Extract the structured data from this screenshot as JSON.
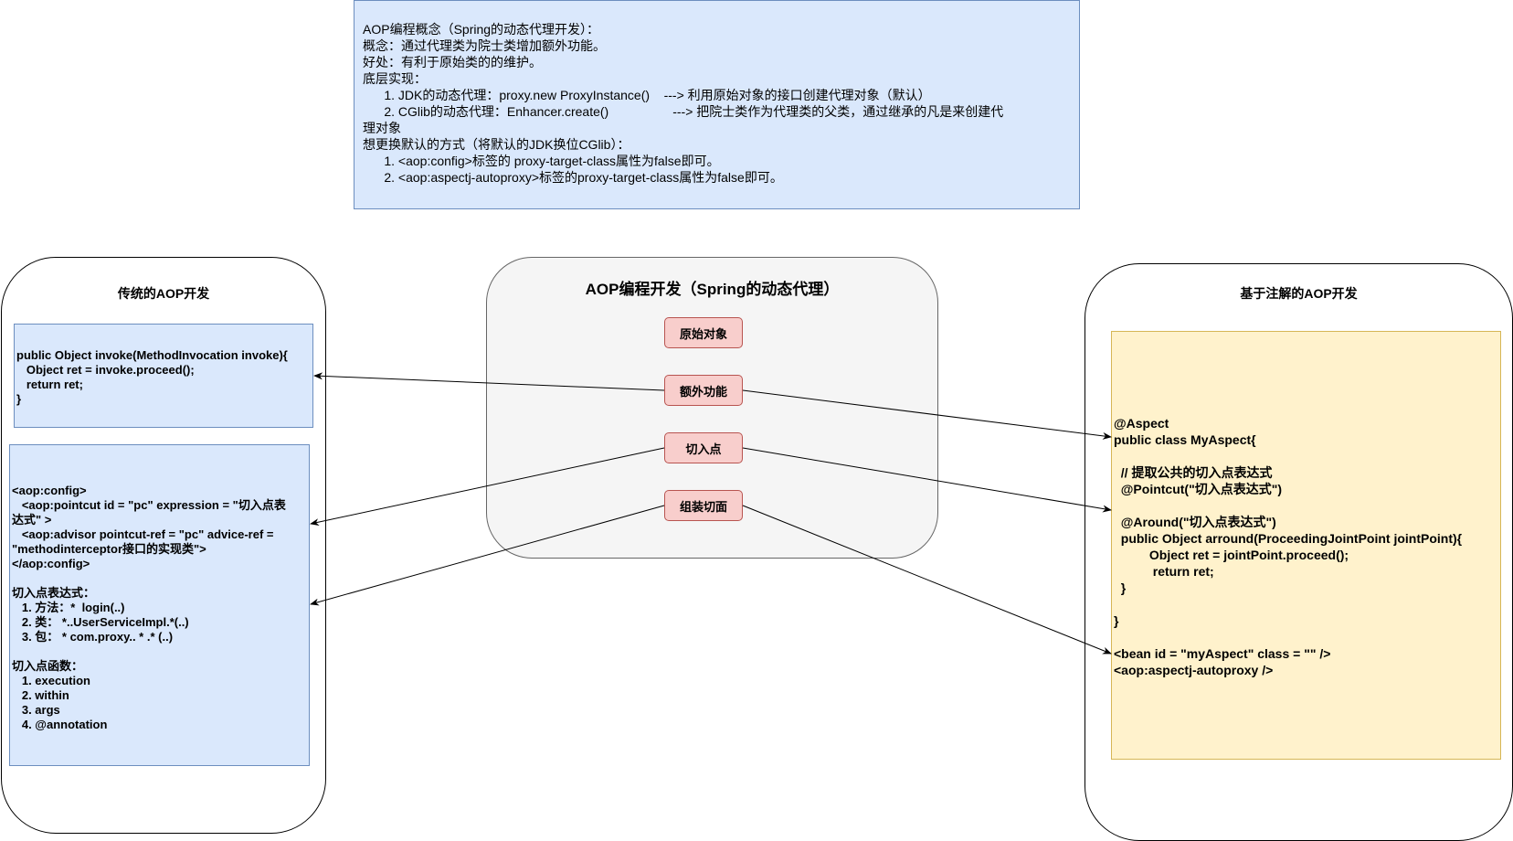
{
  "top_note": {
    "lines": [
      "AOP编程概念（Spring的动态代理开发）：",
      "概念：通过代理类为院士类增加额外功能。",
      "好处：有利于原始类的的维护。",
      "底层实现：",
      "      1. JDK的动态代理：proxy.new ProxyInstance()    ---> 利用原始对象的接口创建代理对象（默认）",
      "      2. CGlib的动态代理：Enhancer.create()                  ---> 把院士类作为代理类的父类，通过继承的凡是来创建代",
      "理对象",
      "想更换默认的方式（将默认的JDK换位CGlib）：",
      "      1. <aop:config>标签的 proxy-target-class属性为false即可。",
      "      2. <aop:aspectj-autoproxy>标签的proxy-target-class属性为false即可。"
    ]
  },
  "left_panel": {
    "title": "传统的AOP开发",
    "code1": [
      "public Object invoke(MethodInvocation invoke){",
      "   Object ret = invoke.proceed();",
      "   return ret;",
      "}"
    ],
    "code2": [
      "<aop:config>",
      "   <aop:pointcut id = \"pc\" expression = \"切入点表",
      "达式\" >",
      "   <aop:advisor pointcut-ref = \"pc\" advice-ref =",
      "\"methodinterceptor接口的实现类\">",
      "</aop:config>",
      "",
      "切入点表达式：",
      "   1. 方法：*  login(..)",
      "   2. 类： *..UserServiceImpl.*(..)",
      "   3. 包： * com.proxy.. * .* (..)",
      "",
      "切入点函数：",
      "   1. execution",
      "   2. within",
      "   3. args",
      "   4. @annotation"
    ]
  },
  "middle_panel": {
    "title": "AOP编程开发（Spring的动态代理）",
    "nodes": [
      "原始对象",
      "额外功能",
      "切入点",
      "组装切面"
    ]
  },
  "right_panel": {
    "title": "基于注解的AOP开发",
    "code": [
      "@Aspect",
      "public class MyAspect{",
      "",
      "  // 提取公共的切入点表达式",
      "  @Pointcut(\"切入点表达式\")",
      "",
      "  @Around(\"切入点表达式\")",
      "  public Object arround(ProceedingJointPoint jointPoint){",
      "          Object ret = jointPoint.proceed();",
      "           return ret;",
      "  }",
      "",
      "}",
      "",
      "<bean id = \"myAspect\" class = \"\" />",
      "<aop:aspectj-autoproxy />"
    ]
  },
  "colors": {
    "blue_fill": "#dae8fc",
    "blue_stroke": "#6c8ebf",
    "red_fill": "#f8cecc",
    "red_stroke": "#b85450",
    "yellow_fill": "#fff2cc",
    "yellow_stroke": "#d6b656",
    "grey_fill": "#f5f5f5"
  }
}
